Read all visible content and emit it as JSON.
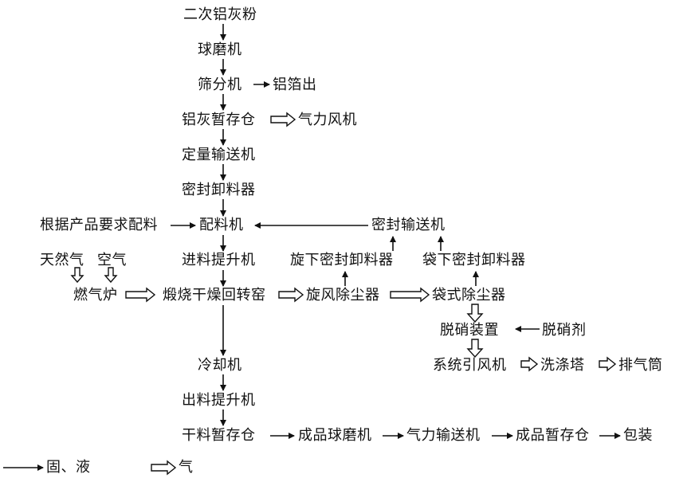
{
  "nodes": {
    "secondary_ash": "二次铝灰粉",
    "ball_mill": "球磨机",
    "sieve": "筛分机",
    "foil_out": "铝箔出",
    "ash_storage": "铝灰暂存仓",
    "pneumatic_fan": "气力风机",
    "quant_conveyor": "定量输送机",
    "sealed_discharger": "密封卸料器",
    "batching_by_product": "根据产品要求配料",
    "batching_machine": "配料机",
    "sealed_conveyor": "密封输送机",
    "natural_gas": "天然气",
    "air": "空气",
    "feed_elevator": "进料提升机",
    "cyclone_discharger": "旋下密封卸料器",
    "bag_discharger": "袋下密封卸料器",
    "gas_furnace": "燃气炉",
    "kiln": "煅烧干燥回转窑",
    "cyclone_collector": "旋风除尘器",
    "bag_collector": "袋式除尘器",
    "denitration": "脱硝装置",
    "denitrant": "脱硝剂",
    "induced_fan": "系统引风机",
    "scrubber": "洗涤塔",
    "exhaust_stack": "排气筒",
    "cooler": "冷却机",
    "discharge_elevator": "出料提升机",
    "dry_storage": "干料暂存仓",
    "product_ball_mill": "成品球磨机",
    "pneumatic_conveyor": "气力输送机",
    "product_storage": "成品暂存仓",
    "packaging": "包装"
  },
  "legend": {
    "solid_liquid": "固、液",
    "gas": "气"
  }
}
